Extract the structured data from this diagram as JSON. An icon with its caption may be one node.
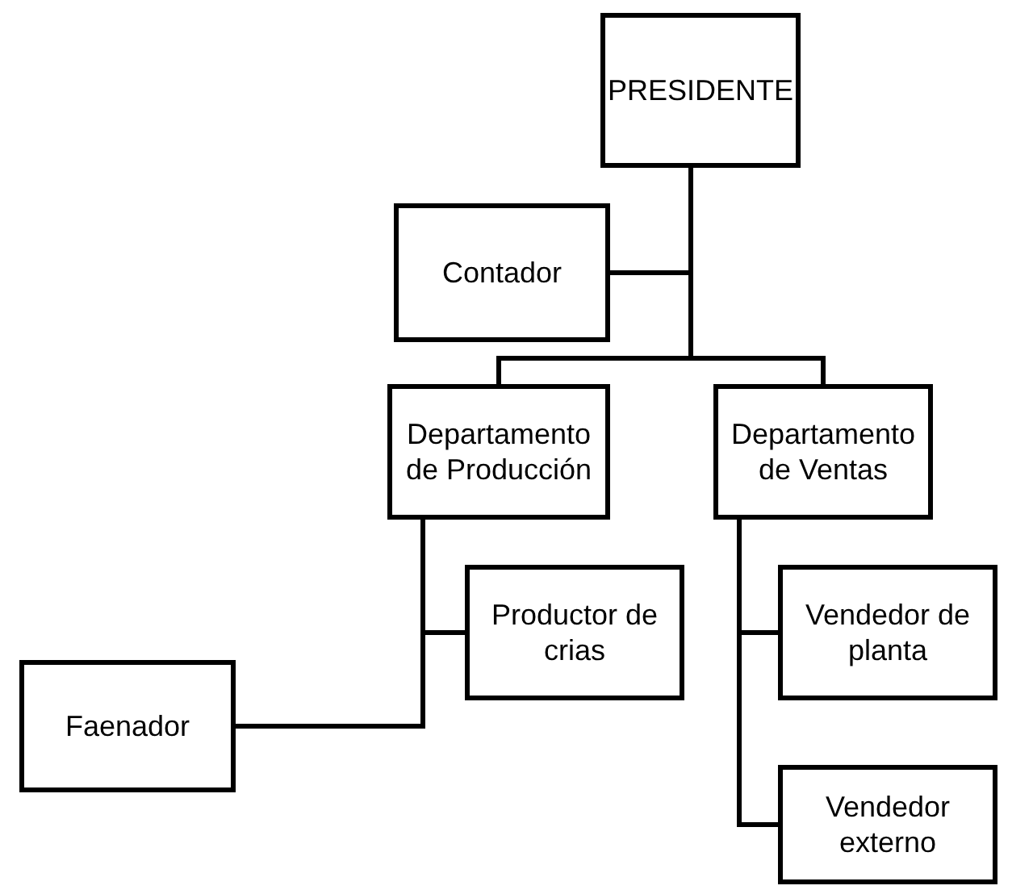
{
  "diagram": {
    "nodes": [
      {
        "text": [
          "PRESIDENTE"
        ]
      },
      {
        "text": [
          "Contador"
        ]
      },
      {
        "text": [
          "Departamento de Producción"
        ]
      },
      {
        "text": [
          "Departamento de Ventas"
        ]
      },
      {
        "text": [
          "Productor de crias"
        ]
      },
      {
        "text": [
          "Vendedor de planta"
        ]
      },
      {
        "text": [
          "Faenador"
        ]
      },
      {
        "text": [
          "Vendedor externo"
        ]
      }
    ],
    "edges": [
      {
        "from": 0,
        "to": 1,
        "arrow": "none"
      },
      {
        "from": 0,
        "to": 2,
        "arrow": "none"
      },
      {
        "from": 0,
        "to": 3,
        "arrow": "none"
      },
      {
        "from": 2,
        "to": 4,
        "arrow": "none"
      },
      {
        "from": 2,
        "to": 6,
        "arrow": "none"
      },
      {
        "from": 3,
        "to": 5,
        "arrow": "none"
      },
      {
        "from": 3,
        "to": 7,
        "arrow": "none"
      }
    ]
  }
}
